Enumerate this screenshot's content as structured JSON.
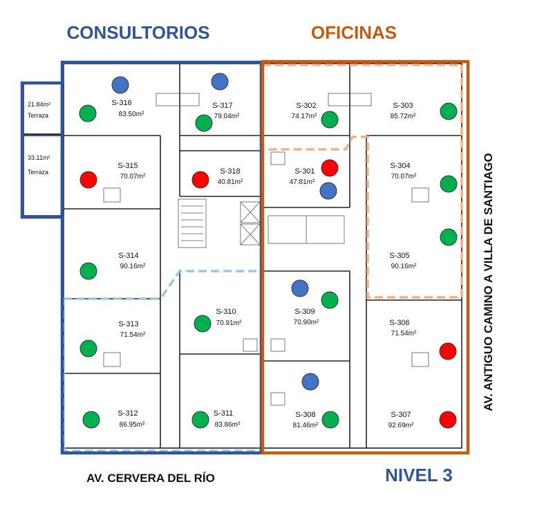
{
  "titles": {
    "consultorios": "CONSULTORIOS",
    "oficinas": "OFICINAS",
    "street_bottom": "AV. CERVERA DEL RÍO",
    "level": "NIVEL 3",
    "street_right": "AV. ANTIGUO CAMINO A VILLA DE SANTIAGO"
  },
  "colors": {
    "consultorios": "#2f5597",
    "oficinas": "#c55a11",
    "dashed_blue": "#9dc3e6",
    "dashed_orange": "#f4b183",
    "green": "#00b050",
    "red": "#ff0000",
    "blue": "#4472c4"
  },
  "terrazas": [
    {
      "area": "21.84m²",
      "label": "Terraza"
    },
    {
      "area": "33.11m²",
      "label": "Terraza"
    }
  ],
  "units": [
    {
      "id": "S-316",
      "area": "83.50m²",
      "group": "consultorios"
    },
    {
      "id": "S-317",
      "area": "79.04m²",
      "group": "consultorios"
    },
    {
      "id": "S-315",
      "area": "70.07m²",
      "group": "consultorios"
    },
    {
      "id": "S-318",
      "area": "40.81m²",
      "group": "consultorios"
    },
    {
      "id": "S-314",
      "area": "90.16m²",
      "group": "consultorios"
    },
    {
      "id": "S-313",
      "area": "71.54m²",
      "group": "consultorios"
    },
    {
      "id": "S-310",
      "area": "70.91m²",
      "group": "consultorios"
    },
    {
      "id": "S-312",
      "area": "86.95m²",
      "group": "consultorios"
    },
    {
      "id": "S-311",
      "area": "83.86m²",
      "group": "consultorios"
    },
    {
      "id": "S-302",
      "area": "74.17m²",
      "group": "oficinas"
    },
    {
      "id": "S-303",
      "area": "85.72m²",
      "group": "oficinas"
    },
    {
      "id": "S-301",
      "area": "47.81m²",
      "group": "oficinas"
    },
    {
      "id": "S-304",
      "area": "70.07m²",
      "group": "oficinas"
    },
    {
      "id": "S-305",
      "area": "90.16m²",
      "group": "oficinas"
    },
    {
      "id": "S-309",
      "area": "70.90m²",
      "group": "oficinas"
    },
    {
      "id": "S-306",
      "area": "71.54m²",
      "group": "oficinas"
    },
    {
      "id": "S-308",
      "area": "81.46m²",
      "group": "oficinas"
    },
    {
      "id": "S-307",
      "area": "92.69m²",
      "group": "oficinas"
    }
  ],
  "status_dots": [
    {
      "unit": "S-316",
      "color": "blue"
    },
    {
      "unit": "S-316",
      "color": "green"
    },
    {
      "unit": "S-317",
      "color": "blue"
    },
    {
      "unit": "S-317",
      "color": "green"
    },
    {
      "unit": "S-315",
      "color": "red"
    },
    {
      "unit": "S-318",
      "color": "red"
    },
    {
      "unit": "S-314",
      "color": "green"
    },
    {
      "unit": "S-313",
      "color": "green"
    },
    {
      "unit": "S-310",
      "color": "green"
    },
    {
      "unit": "S-312",
      "color": "green"
    },
    {
      "unit": "S-311",
      "color": "green"
    },
    {
      "unit": "S-302",
      "color": "green"
    },
    {
      "unit": "S-303",
      "color": "green"
    },
    {
      "unit": "S-301",
      "color": "red"
    },
    {
      "unit": "S-301",
      "color": "blue"
    },
    {
      "unit": "S-304",
      "color": "green"
    },
    {
      "unit": "S-305",
      "color": "green"
    },
    {
      "unit": "S-309",
      "color": "blue"
    },
    {
      "unit": "S-309",
      "color": "green"
    },
    {
      "unit": "S-306",
      "color": "red"
    },
    {
      "unit": "S-308",
      "color": "blue"
    },
    {
      "unit": "S-308",
      "color": "green"
    },
    {
      "unit": "S-307",
      "color": "red"
    }
  ]
}
